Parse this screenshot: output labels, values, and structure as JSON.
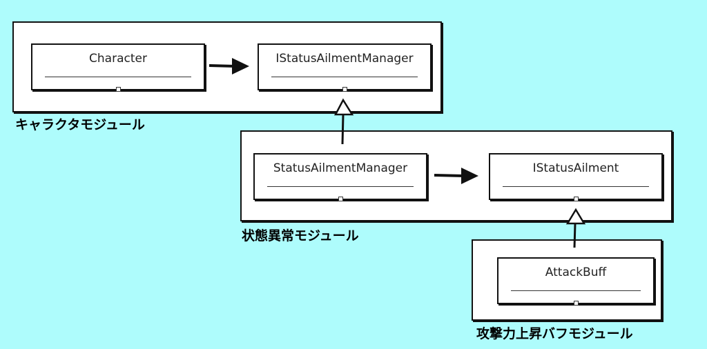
{
  "modules": {
    "character": "キャラクタモジュール",
    "status_ailment": "状態異常モジュール",
    "attack_buff": "攻撃力上昇バフモジュール"
  },
  "classes": {
    "character": "Character",
    "istatus_ailment_manager": "IStatusAilmentManager",
    "status_ailment_manager": "StatusAilmentManager",
    "istatus_ailment": "IStatusAilment",
    "attack_buff": "AttackBuff"
  }
}
